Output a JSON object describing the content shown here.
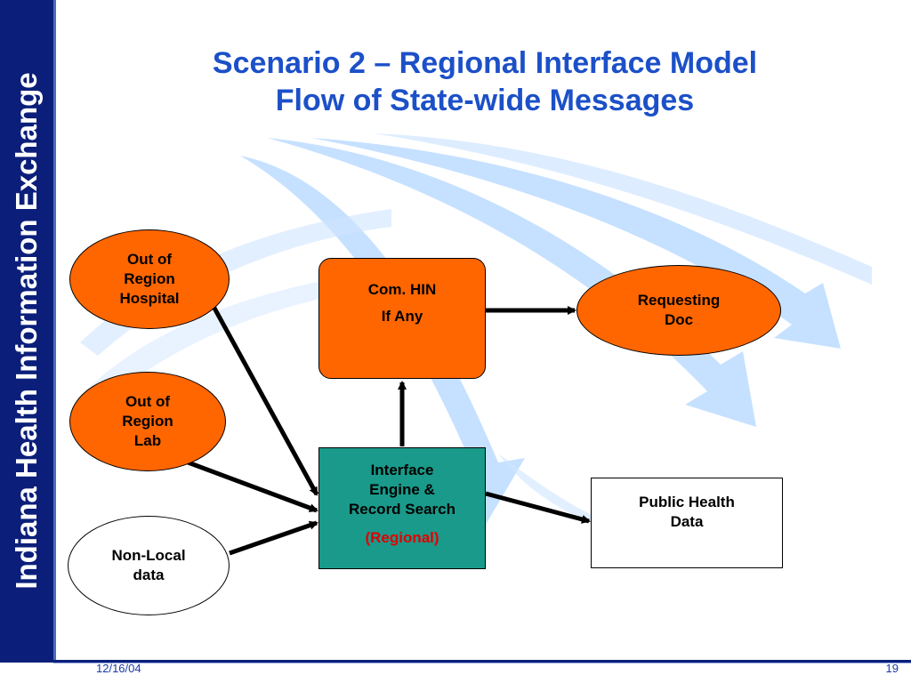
{
  "sidebar": {
    "title": "Indiana Health Information Exchange"
  },
  "slide": {
    "title_line1": "Scenario 2 – Regional Interface Model",
    "title_line2": "Flow of State-wide Messages"
  },
  "nodes": {
    "out_of_region_hospital": {
      "lines": [
        "Out of",
        "Region",
        "Hospital"
      ]
    },
    "out_of_region_lab": {
      "lines": [
        "Out of",
        "Region",
        "Lab"
      ]
    },
    "non_local_data": {
      "lines": [
        "Non-Local",
        "data"
      ]
    },
    "com_hin": {
      "line1": "Com. HIN",
      "line2": "If Any"
    },
    "requesting_doc": {
      "lines": [
        "Requesting",
        "Doc"
      ]
    },
    "interface_engine": {
      "lines": [
        "Interface",
        "Engine &",
        "Record Search"
      ],
      "regional": "(Regional)"
    },
    "public_health_data": {
      "lines": [
        "Public Health",
        "Data"
      ]
    }
  },
  "footer": {
    "date": "12/16/04",
    "page": "19"
  },
  "colors": {
    "sidebar": "#0b1f7a",
    "title": "#1c50c8",
    "node_orange": "#ff6600",
    "node_teal": "#1a9a8a",
    "flow_arrows": "#bcdcff",
    "regional_text": "#e00000"
  }
}
